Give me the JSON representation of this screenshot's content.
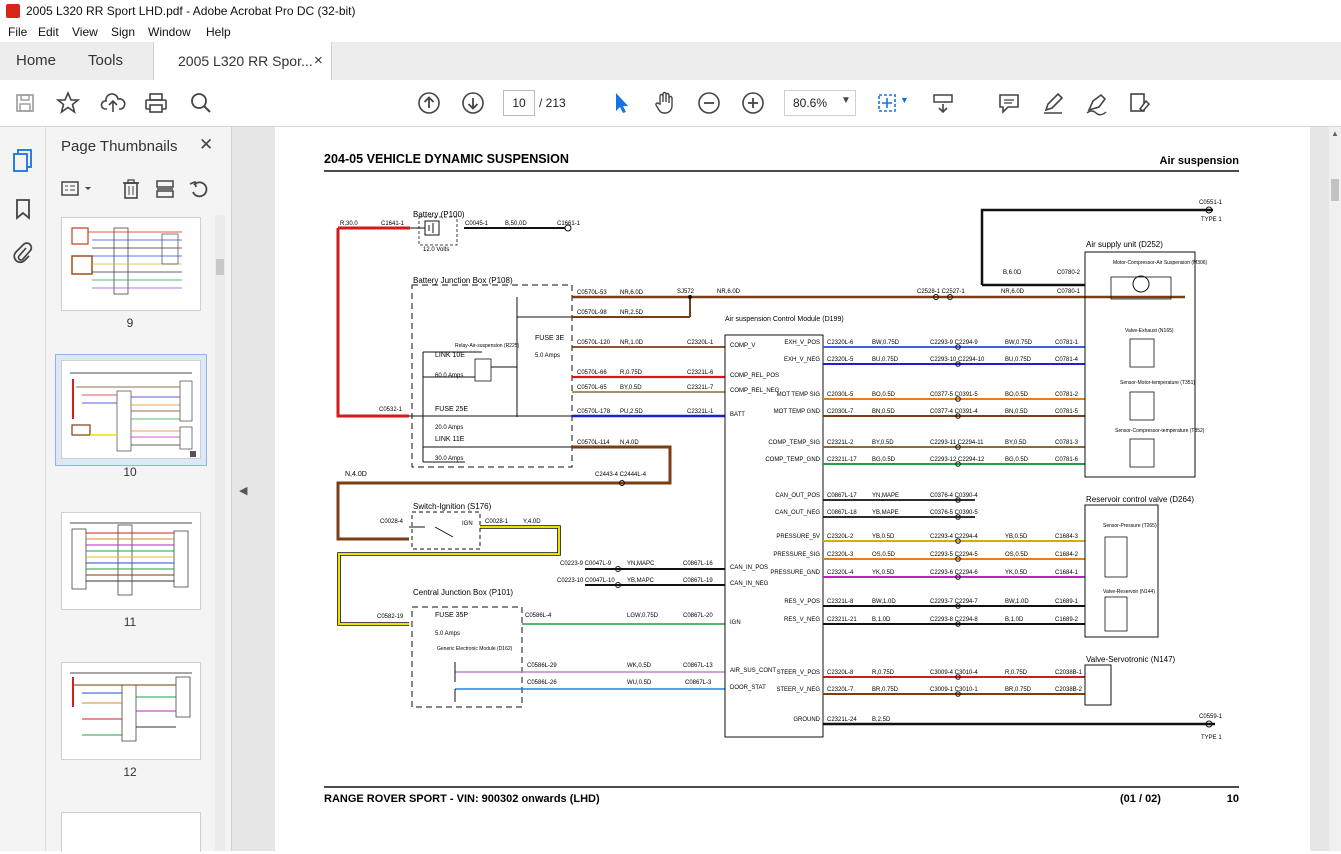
{
  "window": {
    "title": "2005 L320 RR Sport LHD.pdf - Adobe Acrobat Pro DC (32-bit)"
  },
  "menu": [
    "File",
    "Edit",
    "View",
    "Sign",
    "Window",
    "Help"
  ],
  "tabs": {
    "home": "Home",
    "tools": "Tools",
    "document": "2005 L320 RR Spor...",
    "close": "×"
  },
  "toolbar": {
    "page_current": "10",
    "page_total": "/ 213",
    "zoom": "80.6%"
  },
  "panel": {
    "title": "Page Thumbnails",
    "close": "✕",
    "thumbnails": [
      {
        "label": "9"
      },
      {
        "label": "10"
      },
      {
        "label": "11"
      },
      {
        "label": "12"
      }
    ]
  },
  "doc": {
    "header_left": "204-05 VEHICLE DYNAMIC SUSPENSION",
    "header_right": "Air suspension",
    "footer_left": "RANGE ROVER SPORT - VIN: 900302 onwards  (LHD)",
    "footer_mid": "(01 / 02)",
    "footer_right": "10"
  },
  "diagram": {
    "labels": {
      "battery": "Battery (P100)",
      "volts": "12.0 Volts",
      "r30": "R,30.0",
      "c1641": "C1641-1",
      "c0045": "C0045-1",
      "b50": "B,50.0D",
      "c1661": "C1661-1",
      "bjb": "Battery Junction Box (P108)",
      "relay": "Relay-Air-suspension (R225)",
      "link10e": "LINK 10E",
      "amp60": "60.0 Amps",
      "fuse3e": "FUSE 3E",
      "amp5": "5.0 Amps",
      "fuse25e": "FUSE 25E",
      "amp20": "20.0 Amps",
      "link11e": "LINK 11E",
      "amp30": "30.0 Amps",
      "c0532": "C0532-1",
      "n40": "N,4.0D",
      "c2443": "C2443-4 C2444L-4",
      "switch": "Switch-Ignition (S176)",
      "ign": "IGN",
      "c0028a": "C0028-4",
      "c0028b": "C0028-1",
      "y40": "Y,4.0D",
      "cjb": "Central Junction Box (P101)",
      "fuse35p": "FUSE 35P",
      "amp5b": "5.0 Amps",
      "gem": "Generic Electronic Module (D162)",
      "c0582": "C0582-19",
      "c0586a": "C0586L-4",
      "lgw": "LGW,0.75D",
      "c0867l20": "C0867L-20",
      "c0586b": "C0586L-29",
      "wk": "WK,0.5D",
      "c0867l13": "C0867L-13",
      "c0586c": "C0586L-26",
      "wu": "WU,0.5D",
      "c0867l3": "C0867L-3",
      "c0223a": "C0223-9 C0047L-9",
      "ynmapc": "YN,MAPC",
      "c0867l16": "C0867L-16",
      "c0223b": "C0223-10 C0047L-10",
      "ybmapc": "YB,MAPC",
      "c0867l19": "C0867L-19",
      "module": "Air suspension Control Module (D199)",
      "sj572": "SJ572",
      "nr60": "NR,6.0D",
      "c2528": "C2528-1 C2527-1",
      "c0780a": "C0780-1",
      "c0780b": "C0780-2",
      "b60": "B,6.0D",
      "c0551": "C0551-1",
      "type1": "TYPE 1",
      "asu": "Air supply unit (D252)",
      "motor": "Motor-Compressor-Air Suspension (M306)",
      "valve_exh": "Valve-Exhaust (N165)",
      "sens_motor": "Sensor-Motor-temperature (T351)",
      "sens_comp": "Sensor-Compressor-temperature (T352)",
      "rcv": "Reservoir control valve (D264)",
      "sens_press": "Sensor-Pressure (T265)",
      "valve_res": "Valve-Reservoir (N144)",
      "servo": "Valve-Servotronic (N147)",
      "c0559": "C0559-1",
      "type1b": "TYPE 1"
    },
    "pins_left": [
      "COMP_V",
      "COMP_REL_POS",
      "COMP_REL_NEG",
      "BATT",
      "CAN_IN_POS",
      "CAN_IN_NEG",
      "IGN",
      "AIR_SUS_CONT",
      "DOOR_STAT"
    ],
    "pins_right": [
      "EXH_V_POS",
      "EXH_V_NEG",
      "MOT TEMP SIG",
      "MOT TEMP GND",
      "COMP_TEMP_SIG",
      "COMP_TEMP_GND",
      "CAN_OUT_POS",
      "CAN_OUT_NEG",
      "PRESSURE_5V",
      "PRESSURE_SIG",
      "PRESSURE_GND",
      "RES_V_POS",
      "RES_V_NEG",
      "STEER_V_POS",
      "STEER_V_NEG",
      "GROUND"
    ],
    "left_wires": [
      {
        "a": "C0570L-53",
        "w": "NR,6.0D"
      },
      {
        "a": "C0570L-98",
        "w": "NR,2.5D"
      },
      {
        "a": "C0570L-120",
        "w": "NR,1.0D",
        "b": "C2320L-1"
      },
      {
        "a": "C0570L-66",
        "w": "R,0.75D",
        "b": "C2321L-6"
      },
      {
        "a": "C0570L-65",
        "w": "BY,0.5D",
        "b": "C2321L-7"
      },
      {
        "a": "C0570L-178",
        "w": "PU,2.5D",
        "b": "C2321L-1"
      },
      {
        "a": "C0570L-114",
        "w": "N,4.0D"
      }
    ],
    "right_wires": [
      {
        "a": "C2320L-6",
        "w": "BW,0.75D",
        "c": "C2293-9 C2294-9",
        "w2": "BW,0.75D",
        "d": "C0781-1"
      },
      {
        "a": "C2320L-5",
        "w": "BU,0.75D",
        "c": "C2293-10 C2294-10",
        "w2": "BU,0.75D",
        "d": "C0781-4"
      },
      {
        "a": "C2030L-5",
        "w": "BO,0.5D",
        "c": "C0377-5 C0391-5",
        "w2": "BO,0.5D",
        "d": "C0781-2"
      },
      {
        "a": "C2030L-7",
        "w": "BN,0.5D",
        "c": "C0377-4 C0391-4",
        "w2": "BN,0.5D",
        "d": "C0781-5"
      },
      {
        "a": "C2321L-2",
        "w": "BY,0.5D",
        "c": "C2293-11 C2294-11",
        "w2": "BY,0.5D",
        "d": "C0781-3"
      },
      {
        "a": "C2321L-17",
        "w": "BG,0.5D",
        "c": "C2293-12 C2294-12",
        "w2": "BG,0.5D",
        "d": "C0781-6"
      },
      {
        "a": "C0867L-17",
        "w": "YN,MAPE",
        "c": "C0376-4 C0390-4",
        "w2": "",
        "d": ""
      },
      {
        "a": "C0867L-18",
        "w": "YB,MAPE",
        "c": "C0376-5 C0390-5",
        "w2": "",
        "d": ""
      },
      {
        "a": "C2320L-2",
        "w": "YB,0.5D",
        "c": "C2293-4 C2294-4",
        "w2": "YB,0.5D",
        "d": "C1684-3"
      },
      {
        "a": "C2320L-3",
        "w": "OS,0.5D",
        "c": "C2293-5 C2294-5",
        "w2": "OS,0.5D",
        "d": "C1684-2"
      },
      {
        "a": "C2320L-4",
        "w": "YK,0.5D",
        "c": "C2293-6 C2294-6",
        "w2": "YK,0.5D",
        "d": "C1684-1"
      },
      {
        "a": "C2321L-8",
        "w": "BW,1.0D",
        "c": "C2293-7 C2294-7",
        "w2": "BW,1.0D",
        "d": "C1689-1"
      },
      {
        "a": "C2321L-21",
        "w": "B,1.0D",
        "c": "C2293-8 C2294-8",
        "w2": "B,1.0D",
        "d": "C1689-2"
      },
      {
        "a": "C2320L-8",
        "w": "R,0.75D",
        "c": "C3009-4 C3010-4",
        "w2": "R,0.75D",
        "d": "C2038B-1"
      },
      {
        "a": "C2320L-7",
        "w": "BR,0.75D",
        "c": "C3009-1 C3010-1",
        "w2": "BR,0.75D",
        "d": "C2038B-2"
      },
      {
        "a": "C2321L-24",
        "w": "B,2.5D",
        "c": "",
        "w2": "",
        "d": ""
      }
    ]
  },
  "colors": {
    "accent": "#1473e6",
    "wire_red": "#d21a1a",
    "wire_blue": "#1e1ed2",
    "wire_brown": "#7a3e12",
    "wire_yellow": "#f0e000"
  }
}
